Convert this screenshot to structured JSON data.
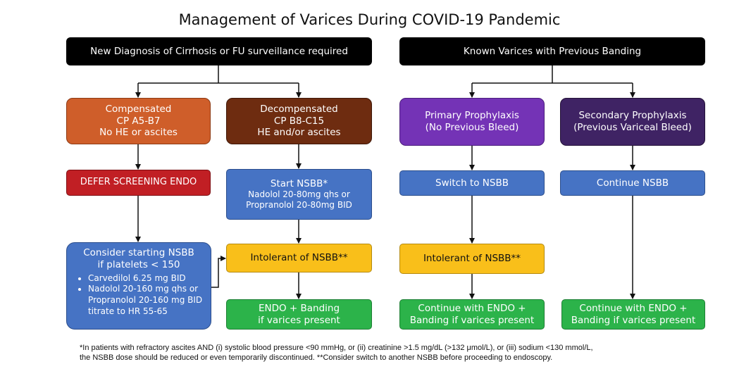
{
  "title": "Management of Varices During COVID-19 Pandemic",
  "left_header": "New Diagnosis of Cirrhosis or FU surveillance required",
  "right_header": "Known Varices with Previous Banding",
  "compensated": {
    "line1": "Compensated",
    "line2": "CP A5-B7",
    "line3": "No HE or ascites"
  },
  "decompensated": {
    "line1": "Decompensated",
    "line2": "CP B8-C15",
    "line3": "HE and/or ascites"
  },
  "primary": {
    "line1": "Primary Prophylaxis",
    "line2": "(No Previous Bleed)"
  },
  "secondary": {
    "line1": "Secondary Prophylaxis",
    "line2": "(Previous Variceal Bleed)"
  },
  "defer": "DEFER SCREENING ENDO",
  "start_nsbb": {
    "line1": "Start NSBB*",
    "line2": "Nadolol 20-80mg qhs or",
    "line3": "Propranolol 20-80mg BID"
  },
  "switch_nsbb": "Switch to NSBB",
  "continue_nsbb": "Continue NSBB",
  "consider": {
    "line1": "Consider starting NSBB",
    "line2": "if platelets < 150",
    "bullet1": "Carvedilol 6.25 mg BID",
    "bullet2": "Nadolol 20-160 mg qhs or Propranolol 20-160 mg BID titrate to HR 55-65"
  },
  "intolerant": "Intolerant of NSBB**",
  "endo_banding": {
    "line1": "ENDO + Banding",
    "line2": "if varices present"
  },
  "continue_endo": {
    "line1": "Continue with ENDO +",
    "line2": "Banding if varices present"
  },
  "footnote": {
    "line1": "*In patients with refractory ascites AND (i) systolic blood pressure <90 mmHg, or (ii) creatinine >1.5 mg/dL (>132 μmol/L), or (iii) sodium <130 mmol/L,",
    "line2": "the NSBB dose should be reduced or even temporarily discontinued. **Consider switch to another NSBB before proceeding to endoscopy."
  },
  "colors": {
    "header": "#000000",
    "compensated": "#cf5e2a",
    "decompensated": "#6e2c10",
    "primary": "#7433b6",
    "secondary": "#3f2364",
    "defer": "#c11f24",
    "nsbb": "#4673c4",
    "intolerant": "#f9bf1a",
    "endo": "#2cb34a"
  }
}
